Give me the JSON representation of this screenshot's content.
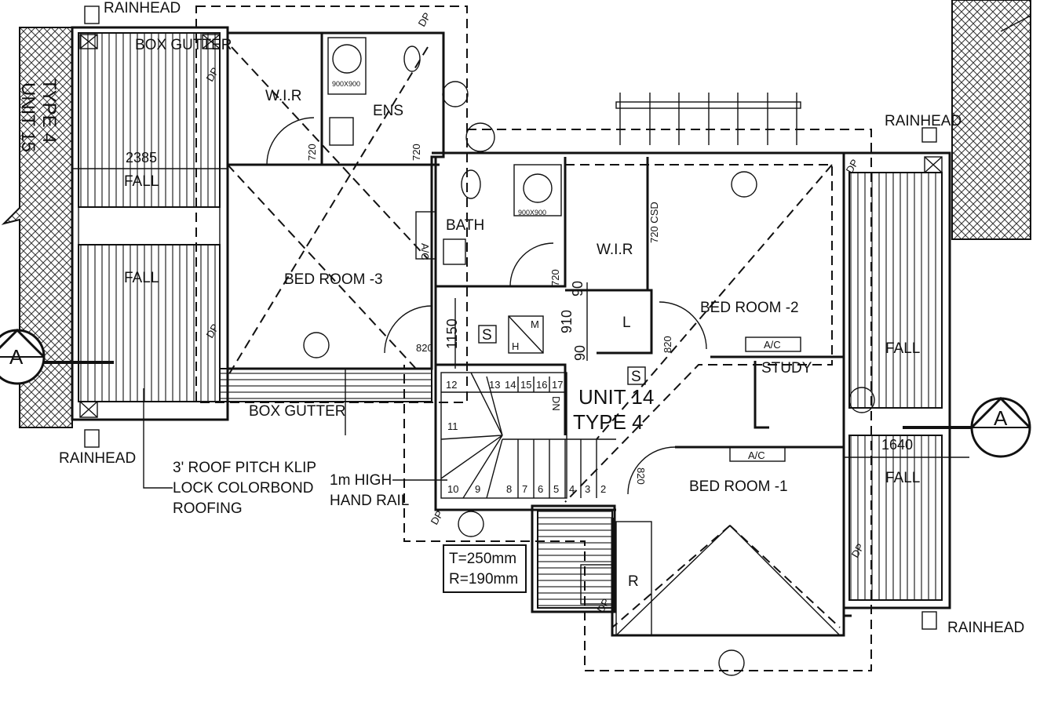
{
  "labels": {
    "rainhead_top": "RAINHEAD",
    "rainhead_right": "RAINHEAD",
    "rainhead_left": "RAINHEAD",
    "rainhead_bottom": "RAINHEAD",
    "box_gutter_top": "BOX GUTTER",
    "box_gutter_bottom": "BOX GUTTER",
    "type_side": "TYPE 4",
    "unit_side": "UNIT 15",
    "fall_1": "FALL",
    "fall_2": "FALL",
    "fall_3": "FALL",
    "fall_4": "FALL",
    "wir_1": "W.I.R",
    "ens": "ENS",
    "bath": "BATH",
    "wir_2": "W.I.R",
    "bed3": "BED ROOM -3",
    "bed2": "BED ROOM -2",
    "bed1": "BED ROOM -1",
    "study": "STUDY",
    "unit": "UNIT 14",
    "type": "TYPE 4",
    "linen": "L",
    "robe": "R",
    "smoke_1": "S",
    "smoke_2": "S",
    "meter_m": "M",
    "meter_h": "H",
    "ac_1": "A/C",
    "ac_2": "A/C",
    "ac_3": "A/C",
    "shower_1": "900X900",
    "shower_2": "900X900",
    "csd": "720 CSD",
    "dp_1": "DP",
    "dp_2": "DP",
    "dp_3": "DP",
    "dp_4": "DP",
    "dp_5": "DP",
    "dp_6": "DP",
    "dp_7": "DP",
    "section_left": "A",
    "section_right": "A",
    "roof_note": [
      "3' ROOF PITCH KLIP",
      "LOCK COLORBOND",
      "ROOFING"
    ],
    "rail_note": [
      "1m HIGH",
      "HAND RAIL"
    ],
    "stair_note": [
      "T=250mm",
      "R=190mm"
    ],
    "dn": "DN",
    "stair_numbers_top": [
      "12",
      "13",
      "14",
      "15",
      "16",
      "17"
    ],
    "stair_numbers_bottom": [
      "10",
      "9",
      "8",
      "7",
      "6",
      "5",
      "4",
      "3",
      "2"
    ],
    "stair_11": "11"
  },
  "dimensions": {
    "d2385": "2385",
    "d1640": "1640",
    "d1150": "1150",
    "d910": "910",
    "d90a": "90",
    "d90b": "90",
    "d820a": "820",
    "d820b": "820",
    "d820c": "820",
    "d720a": "720",
    "d720b": "720",
    "d720c": "720"
  }
}
